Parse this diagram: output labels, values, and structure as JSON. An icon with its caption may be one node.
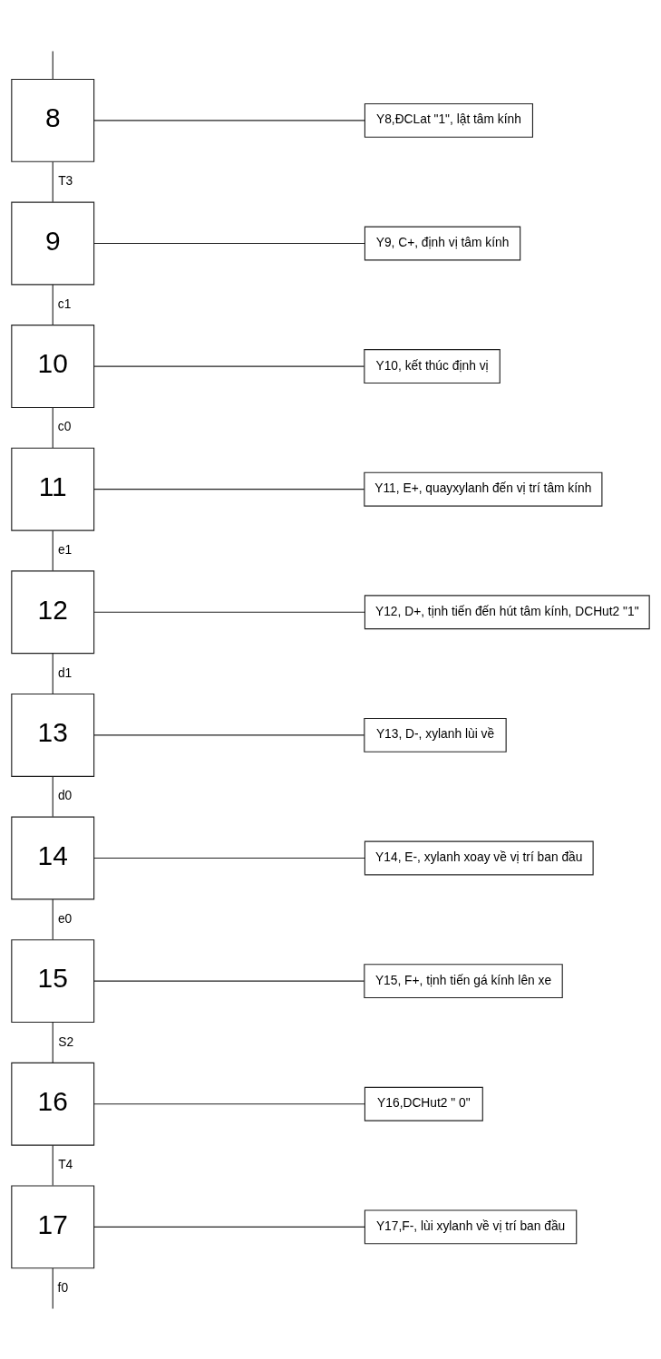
{
  "diagram": {
    "nodes": [
      {
        "text": [
          "8"
        ]
      },
      {
        "text": [
          "Y8,ĐCLat \"1\", lật tâm kính"
        ]
      },
      {
        "text": [
          "9"
        ]
      },
      {
        "text": [
          "Y9, C+, định vị tâm kính"
        ]
      },
      {
        "text": [
          "10"
        ]
      },
      {
        "text": [
          "Y10, kết thúc định vị"
        ]
      },
      {
        "text": [
          "11"
        ]
      },
      {
        "text": [
          "Y11, E+, quayxylanh đến vị trí tâm kính"
        ]
      },
      {
        "text": [
          "12"
        ]
      },
      {
        "text": [
          "Y12, D+, tịnh tiến đến hút tâm kính, DCHut2 \"1\""
        ]
      },
      {
        "text": [
          "13"
        ]
      },
      {
        "text": [
          "Y13, D-, xylanh lùi về"
        ]
      },
      {
        "text": [
          "14"
        ]
      },
      {
        "text": [
          "Y14, E-, xylanh xoay về vị trí ban đầu"
        ]
      },
      {
        "text": [
          "15"
        ]
      },
      {
        "text": [
          "Y15, F+, tịnh tiến gá kính lên xe"
        ]
      },
      {
        "text": [
          "16"
        ]
      },
      {
        "text": [
          "Y16,DCHut2 \" 0\""
        ]
      },
      {
        "text": [
          "17"
        ]
      },
      {
        "text": [
          "Y17,F-, lùi xylanh về vị trí ban đầu"
        ]
      }
    ],
    "edges": [
      {
        "from": null,
        "to": 0,
        "arrow": "none"
      },
      {
        "from": 0,
        "to": 1,
        "arrow": "none"
      },
      {
        "from": 0,
        "to": 2,
        "arrow": "none",
        "label": "T3"
      },
      {
        "from": 2,
        "to": 3,
        "arrow": "none"
      },
      {
        "from": 2,
        "to": 4,
        "arrow": "none",
        "label": "c1"
      },
      {
        "from": 4,
        "to": 5,
        "arrow": "none"
      },
      {
        "from": 4,
        "to": 6,
        "arrow": "none",
        "label": "c0"
      },
      {
        "from": 6,
        "to": 7,
        "arrow": "none"
      },
      {
        "from": 6,
        "to": 8,
        "arrow": "none",
        "label": "e1"
      },
      {
        "from": 8,
        "to": 9,
        "arrow": "none"
      },
      {
        "from": 8,
        "to": 10,
        "arrow": "none",
        "label": "d1"
      },
      {
        "from": 10,
        "to": 11,
        "arrow": "none"
      },
      {
        "from": 10,
        "to": 12,
        "arrow": "none",
        "label": "d0"
      },
      {
        "from": 12,
        "to": 13,
        "arrow": "none"
      },
      {
        "from": 12,
        "to": 14,
        "arrow": "none",
        "label": "e0"
      },
      {
        "from": 14,
        "to": 15,
        "arrow": "none"
      },
      {
        "from": 14,
        "to": 16,
        "arrow": "none",
        "label": "S2"
      },
      {
        "from": 16,
        "to": 17,
        "arrow": "none"
      },
      {
        "from": 16,
        "to": 18,
        "arrow": "none",
        "label": "T4"
      },
      {
        "from": 18,
        "to": 19,
        "arrow": "none"
      },
      {
        "from": 18,
        "to": null,
        "arrow": "none",
        "label": "f0"
      }
    ]
  }
}
